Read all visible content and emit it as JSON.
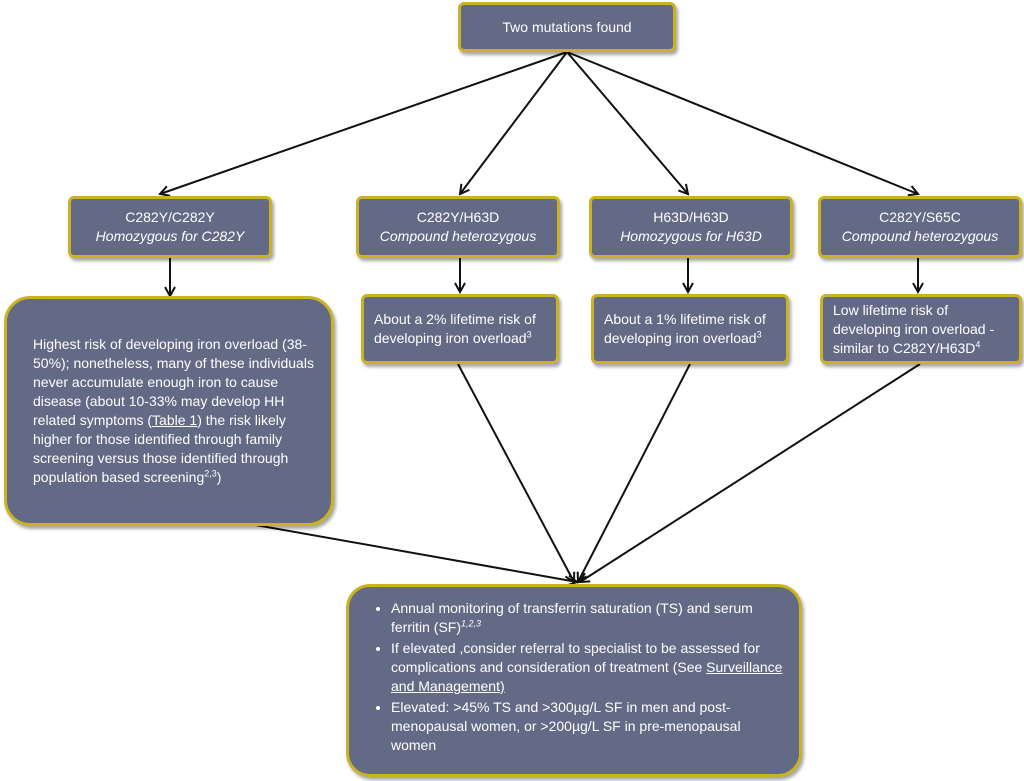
{
  "root": {
    "label": "Two mutations  found"
  },
  "genotypes": [
    {
      "id": "c282y-c282y",
      "title": "C282Y/C282Y",
      "subtitle": "Homozygous for C282Y"
    },
    {
      "id": "c282y-h63d",
      "title": "C282Y/H63D",
      "subtitle": "Compound heterozygous"
    },
    {
      "id": "h63d-h63d",
      "title": "H63D/H63D",
      "subtitle": "Homozygous for H63D"
    },
    {
      "id": "c282y-s65c",
      "title": "C282Y/S65C",
      "subtitle": "Compound heterozygous"
    }
  ],
  "risks": {
    "c282y_c282y": {
      "text_a": "Highest risk of developing iron overload (38-50%);   nonetheless, many of these individuals never accumulate enough iron to cause disease (about 10-33% may develop HH related symptoms (",
      "link": "Table 1",
      "text_b": ") the risk likely higher for those identified through family screening versus those identified through population based screening",
      "sup": "2,3",
      "text_c": ")"
    },
    "c282y_h63d": {
      "text": "About a 2% lifetime risk of developing iron overload",
      "sup": "3"
    },
    "h63d_h63d": {
      "text": "About a 1% lifetime risk of developing iron overload",
      "sup": "3"
    },
    "c282y_s65c": {
      "text": "Low lifetime risk of developing iron overload - similar to C282Y/H63D",
      "sup": "4"
    }
  },
  "outcome": {
    "bullet1_text": "Annual monitoring of transferrin saturation (TS) and serum ferritin (SF)",
    "bullet1_sup": "1,2,3",
    "bullet2_text": "If elevated ,consider referral to specialist to be assessed for complications and consideration of treatment (See ",
    "bullet2_link": "Surveillance and Management)",
    "bullet3_text": "Elevated: >45% TS and >300µg/L SF in men and post-menopausal women, or >200µg/L SF in pre-menopausal women"
  },
  "colors": {
    "node_fill": "#636a85",
    "node_border": "#c9b324",
    "text": "#ffffff",
    "arrow": "#111111"
  }
}
